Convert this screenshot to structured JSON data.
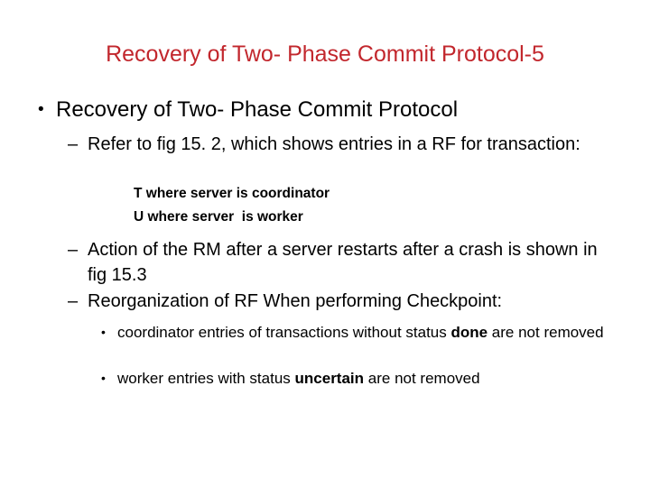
{
  "slide": {
    "title": "Recovery of Two- Phase Commit Protocol-5",
    "colors": {
      "title_red": "#c2272d",
      "body_text": "#000000",
      "background": "#ffffff"
    },
    "markers": {
      "level1_bullet": "•",
      "dash_bullet": "–",
      "sub_bullet": "•"
    },
    "level1_bullet_text": "Recovery of Two- Phase Commit Protocol",
    "dash_items": [
      "Refer to fig 15. 2, which shows entries in a RF for transaction:",
      "Action of the RM after a server restarts after a crash is shown in fig 15.3",
      "Reorganization of RF When performing Checkpoint:"
    ],
    "sub_lines": [
      "T where server is coordinator",
      "U where server  is worker"
    ],
    "sub_bullets": [
      {
        "pre": "coordinator entries of transactions without status ",
        "bold": "done",
        "post": " are not removed"
      },
      {
        "pre": "worker entries with status ",
        "bold": "uncertain",
        "post": " are not removed"
      }
    ]
  }
}
